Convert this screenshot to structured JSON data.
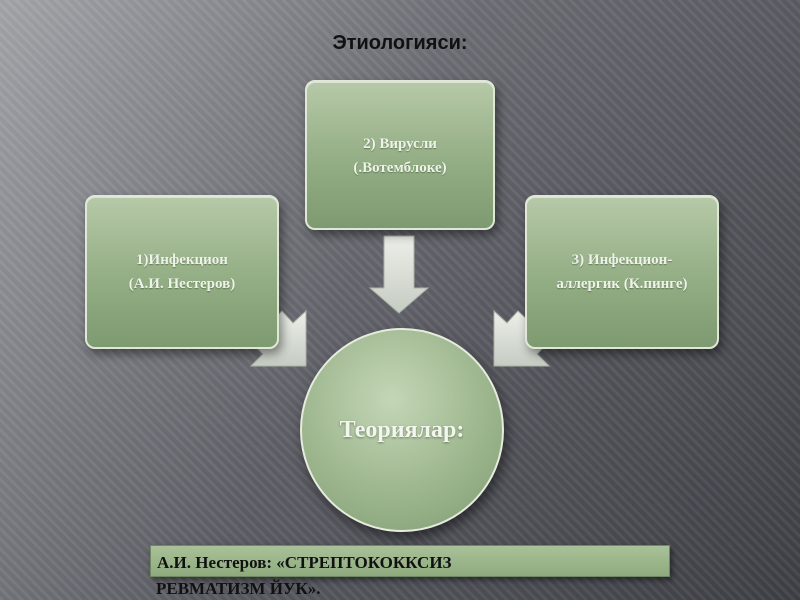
{
  "title": "Этиологияси:",
  "boxes": {
    "left": {
      "line1": "1)Инфекцион",
      "line2": "(А.И. Нестеров)"
    },
    "top": {
      "line1": "2) Вирусли",
      "line2": "(.Вотемблоке)"
    },
    "right": {
      "line1": "3) Инфекцион-",
      "line2": "аллергик (К.пинге)"
    }
  },
  "center": {
    "label": "Теориялар:"
  },
  "caption": {
    "line1": "А.И. Нестеров: «СТРЕПТОКОККСИЗ",
    "line2": "РЕВМАТИЗМ ЙУК»."
  },
  "colors": {
    "box_fill": "#93ad84",
    "arrow_fill": "#d9dfd6"
  }
}
